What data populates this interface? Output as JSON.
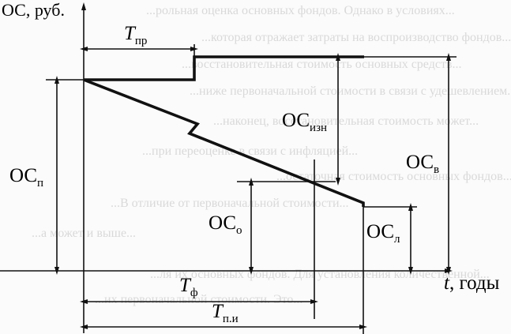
{
  "diagram": {
    "y_axis_label": "ОС, руб.",
    "x_axis_label": {
      "main": "t",
      "suffix": ", годы"
    },
    "labels": {
      "t_pr": {
        "main": "T",
        "sub": "пр"
      },
      "oc_izn": {
        "main": "ОС",
        "sub": "изн"
      },
      "oc_v": {
        "main": "ОС",
        "sub": "в"
      },
      "oc_p": {
        "main": "ОС",
        "sub": "п"
      },
      "oc_o": {
        "main": "ОС",
        "sub": "о"
      },
      "oc_l": {
        "main": "ОС",
        "sub": "л"
      },
      "t_f": {
        "main": "T",
        "sub": "ф"
      },
      "t_pi": {
        "main": "T",
        "sub": "п.и"
      }
    },
    "background_text": [
      "...рольная оценка основных фондов. Однако в условиях...",
      "...которая отражает затраты на воспроизводство фондов...",
      "...восстановительная стоимость основных средств...",
      "...ниже первоначальной стоимости в связи с удешевлением...",
      "...наконец, восстановительная стоимость может...",
      "...при переоценке в связи с инфляцией...",
      "...остаточная стоимость основных фондов...",
      "...В отличие от первоначальной стоимости...",
      "...а может и выше...",
      "...ля их основных фондов. Для установления количественной...",
      "...их первоначальной стоимости. Это..."
    ],
    "colors": {
      "ink": "#111111",
      "ghost": "#d9d9d9",
      "paper": "#fbfbfb"
    }
  }
}
